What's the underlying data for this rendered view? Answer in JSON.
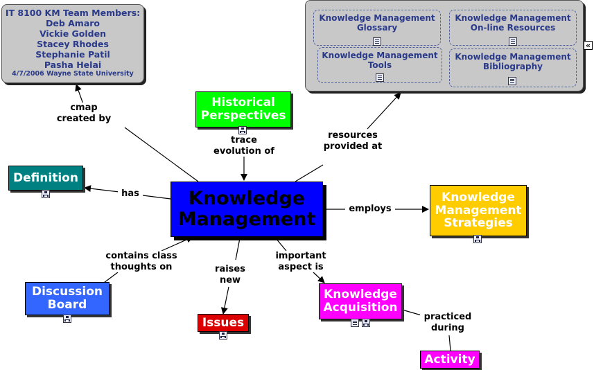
{
  "team_box": {
    "title": "IT 8100 KM Team Members:",
    "members": [
      "Deb Amaro",
      "Vickie Golden",
      "Stacey Rhodes",
      "Stephanie Patil",
      "Pasha Helai"
    ],
    "footer": "4/7/2006 Wayne State University"
  },
  "resources": [
    {
      "label": "Knowledge Management Glossary",
      "icon": "document-icon"
    },
    {
      "label": "Knowledge Management On-line Resources",
      "icon": "document-icon"
    },
    {
      "label": "Knowledge Management Tools",
      "icon": "document-icon"
    },
    {
      "label": "Knowledge Management Bibliography",
      "icon": "document-icon"
    }
  ],
  "collapse_button": "«",
  "concepts": {
    "central": "Knowledge Management",
    "historical": "Historical Perspectives",
    "definition": "Definition",
    "strategies": "Knowledge Management Strategies",
    "discussion": "Discussion Board",
    "issues": "Issues",
    "acquisition": "Knowledge Acquisition",
    "activity": "Activity"
  },
  "links": {
    "cmap_created_by": "cmap created by",
    "trace_evolution": "trace evolution of",
    "resources_provided": "resources provided at",
    "has": "has",
    "employs": "employs",
    "contains_class": "contains class thoughts on",
    "raises_new": "raises new",
    "important_aspect": "important aspect is",
    "practiced_during": "practiced during"
  },
  "colors": {
    "central": "#0000ff",
    "historical": "#00ff00",
    "definition": "#008080",
    "strategies": "#ffcc00",
    "discussion": "#3366ff",
    "issues": "#dd0000",
    "acquisition": "#ff00ff",
    "activity": "#ff00ff",
    "panel": "#c8c8c8",
    "resource_text": "#2a3a8a"
  }
}
